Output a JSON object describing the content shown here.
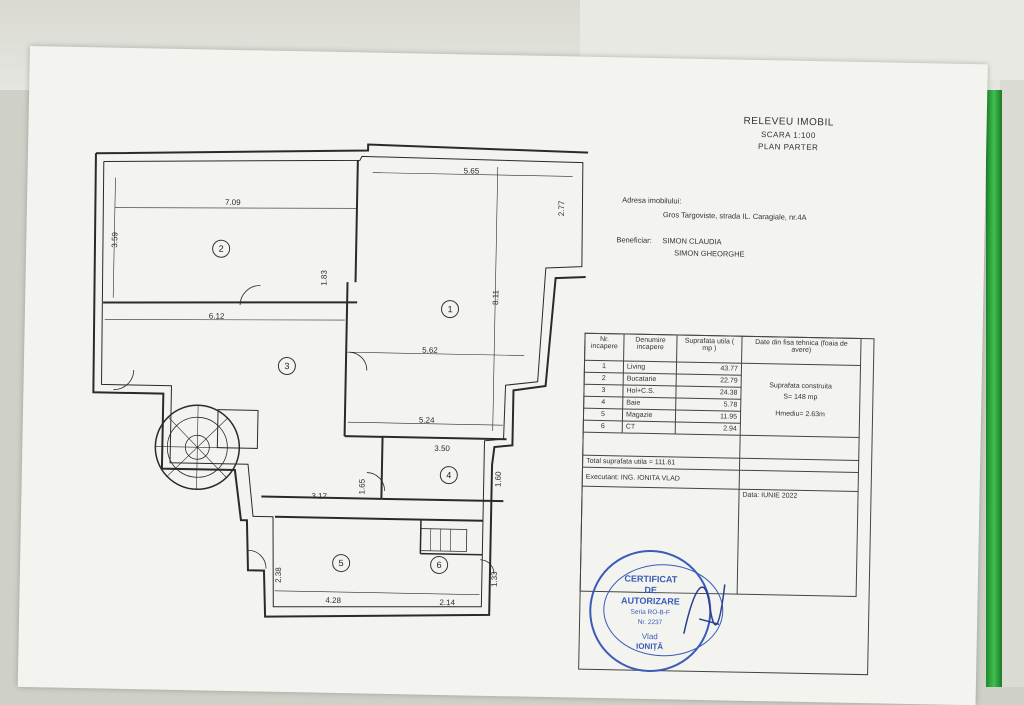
{
  "header": {
    "title": "RELEVEU IMOBIL",
    "scale": "SCARA 1:100",
    "plan": "PLAN PARTER"
  },
  "address": {
    "label": "Adresa imobilului:",
    "value": "Gros Targoviste, strada IL. Caragiale, nr.4A"
  },
  "beneficiary": {
    "label": "Beneficiar:",
    "names": [
      "SIMON CLAUDIA",
      "SIMON GHEORGHE"
    ]
  },
  "table": {
    "headers": [
      "Nr. incapere",
      "Denumire incapere",
      "Suprafata utila ( mp )",
      "Date din fisa tehnica (foaia de avere)"
    ],
    "rows": [
      {
        "nr": "1",
        "name": "Living",
        "area": "43.77"
      },
      {
        "nr": "2",
        "name": "Bucatarie",
        "area": "22.79"
      },
      {
        "nr": "3",
        "name": "Hol+C.S.",
        "area": "24.38"
      },
      {
        "nr": "4",
        "name": "Baie",
        "area": "5.78"
      },
      {
        "nr": "5",
        "name": "Magazie",
        "area": "11.95"
      },
      {
        "nr": "6",
        "name": "CT",
        "area": "2.94"
      }
    ],
    "built_area_label": "Suprafata construita",
    "built_area_value": "S= 148 mp",
    "avg_height": "Hmediu= 2.63m",
    "total_label": "Total suprafata utila = 111.61",
    "executant": "Executant: ING. IONITA VLAD",
    "date": "Data: IUNIE 2022"
  },
  "stamp": {
    "line1": "CERTIFICAT",
    "line2": "DE",
    "line3": "AUTORIZARE",
    "line4": "Seria RO-B-F",
    "line5": "Nr. 2237",
    "line6": "Vlad",
    "line7": "IONIȚĂ"
  },
  "plan_labels": {
    "rooms": [
      "1",
      "2",
      "3",
      "4",
      "5",
      "6"
    ],
    "dims": [
      "7.09",
      "3.59",
      "1.83",
      "5.65",
      "2.77",
      "8.11",
      "6.12",
      "5.62",
      "5.24",
      "3.50",
      "1.60",
      "1.65",
      "3.17",
      "2.38",
      "4.28",
      "2.14",
      "1.33"
    ]
  },
  "colors": {
    "stamp": "#3a5bb8",
    "accent_strip": "#2fa63e"
  }
}
